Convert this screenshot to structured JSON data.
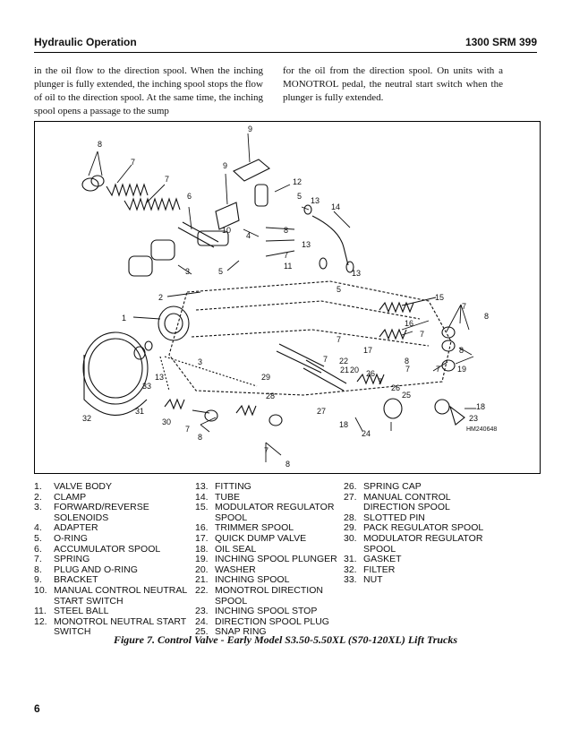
{
  "header": {
    "left": "Hydraulic Operation",
    "right": "1300 SRM 399"
  },
  "body_text": {
    "left": "in the oil flow to the direction spool. When the inching plunger is fully extended, the inching spool stops the flow of oil to the direction spool. At the same time, the inching spool opens a passage to the sump",
    "right": "for the oil from the direction spool. On units with a MONOTROL pedal, the neutral start switch when the plunger is fully extended."
  },
  "figure": {
    "drawing_code": "HM240648",
    "callouts": [
      "1",
      "2",
      "3",
      "4",
      "5",
      "6",
      "7",
      "8",
      "9",
      "10",
      "11",
      "12",
      "13",
      "14",
      "15",
      "16",
      "17",
      "18",
      "19",
      "20",
      "21",
      "22",
      "23",
      "24",
      "25",
      "26",
      "27",
      "28",
      "29",
      "30",
      "31",
      "32",
      "33"
    ]
  },
  "legend": [
    [
      {
        "num": "1.",
        "lines": [
          "VALVE BODY"
        ]
      },
      {
        "num": "2.",
        "lines": [
          "CLAMP"
        ]
      },
      {
        "num": "3.",
        "lines": [
          "FORWARD/REVERSE",
          "SOLENOIDS"
        ]
      },
      {
        "num": "4.",
        "lines": [
          "ADAPTER"
        ]
      },
      {
        "num": "5.",
        "lines": [
          "O-RING"
        ]
      },
      {
        "num": "6.",
        "lines": [
          "ACCUMULATOR SPOOL"
        ]
      },
      {
        "num": "7.",
        "lines": [
          "SPRING"
        ]
      },
      {
        "num": "8.",
        "lines": [
          "PLUG AND O-RING"
        ]
      },
      {
        "num": "9.",
        "lines": [
          "BRACKET"
        ]
      },
      {
        "num": "10.",
        "lines": [
          "MANUAL CONTROL NEUTRAL",
          "START SWITCH"
        ]
      },
      {
        "num": "11.",
        "lines": [
          "STEEL BALL"
        ]
      },
      {
        "num": "12.",
        "lines": [
          "MONOTROL NEUTRAL START",
          "SWITCH"
        ]
      }
    ],
    [
      {
        "num": "13.",
        "lines": [
          "FITTING"
        ]
      },
      {
        "num": "14.",
        "lines": [
          "TUBE"
        ]
      },
      {
        "num": "15.",
        "lines": [
          "MODULATOR REGULATOR",
          "SPOOL"
        ]
      },
      {
        "num": "16.",
        "lines": [
          "TRIMMER SPOOL"
        ]
      },
      {
        "num": "17.",
        "lines": [
          "QUICK DUMP VALVE"
        ]
      },
      {
        "num": "18.",
        "lines": [
          "OIL SEAL"
        ]
      },
      {
        "num": "19.",
        "lines": [
          "INCHING SPOOL PLUNGER"
        ]
      },
      {
        "num": "20.",
        "lines": [
          "WASHER"
        ]
      },
      {
        "num": "21.",
        "lines": [
          "INCHING SPOOL"
        ]
      },
      {
        "num": "22.",
        "lines": [
          "MONOTROL DIRECTION",
          "SPOOL"
        ]
      },
      {
        "num": "23.",
        "lines": [
          "INCHING SPOOL STOP"
        ]
      },
      {
        "num": "24.",
        "lines": [
          "DIRECTION SPOOL PLUG"
        ]
      },
      {
        "num": "25.",
        "lines": [
          "SNAP RING"
        ]
      }
    ],
    [
      {
        "num": "26.",
        "lines": [
          "SPRING CAP"
        ]
      },
      {
        "num": "27.",
        "lines": [
          "MANUAL CONTROL",
          "DIRECTION SPOOL"
        ]
      },
      {
        "num": "28.",
        "lines": [
          "SLOTTED PIN"
        ]
      },
      {
        "num": "29.",
        "lines": [
          "PACK REGULATOR SPOOL"
        ]
      },
      {
        "num": "30.",
        "lines": [
          "MODULATOR REGULATOR",
          "SPOOL"
        ]
      },
      {
        "num": "31.",
        "lines": [
          "GASKET"
        ]
      },
      {
        "num": "32.",
        "lines": [
          "FILTER"
        ]
      },
      {
        "num": "33.",
        "lines": [
          "NUT"
        ]
      }
    ]
  ],
  "caption": "Figure 7. Control Valve - Early Model S3.50-5.50XL (S70-120XL) Lift Trucks",
  "page_number": "6"
}
